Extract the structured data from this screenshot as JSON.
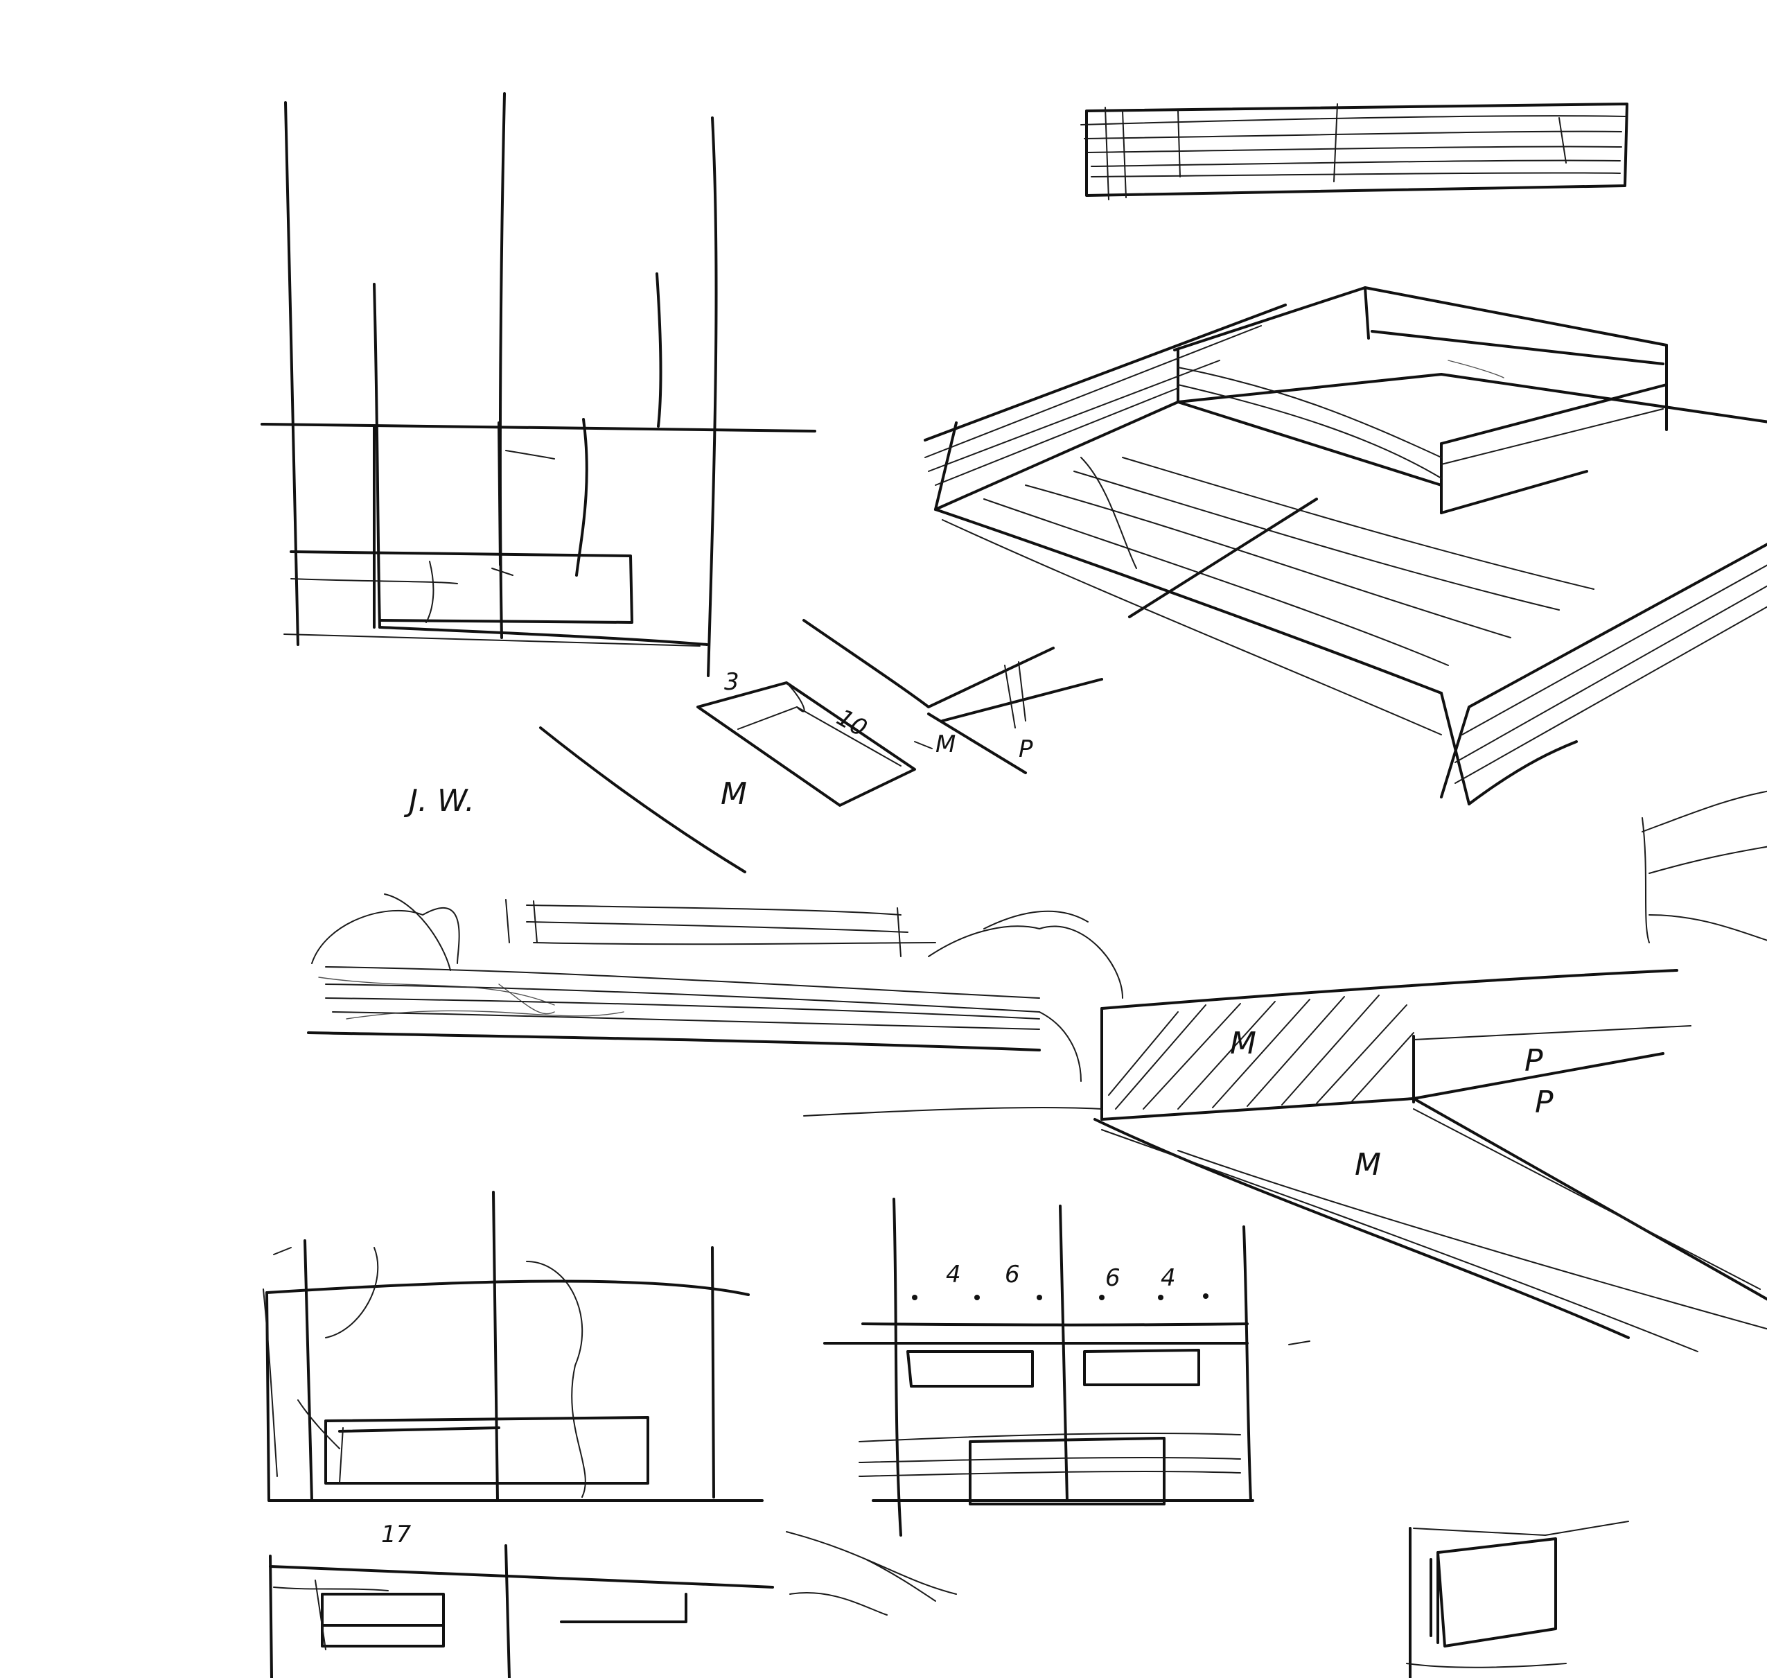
{
  "sheet": {
    "background": "#ffffff",
    "ink_color": "#111111"
  },
  "labels": {
    "dim_three": "3",
    "dim_ten": "10",
    "mark_m_small": "M",
    "mark_p_small": "P",
    "initials": "J. W.",
    "mark_m_lower": "M",
    "hatch_m_one": "M",
    "hatch_p_one": "P",
    "hatch_p_two": "P",
    "hatch_m_two": "M",
    "count_4a": "4",
    "count_6a": "6",
    "count_6b": "6",
    "count_4b": "4",
    "dim_seventeen": "17"
  }
}
